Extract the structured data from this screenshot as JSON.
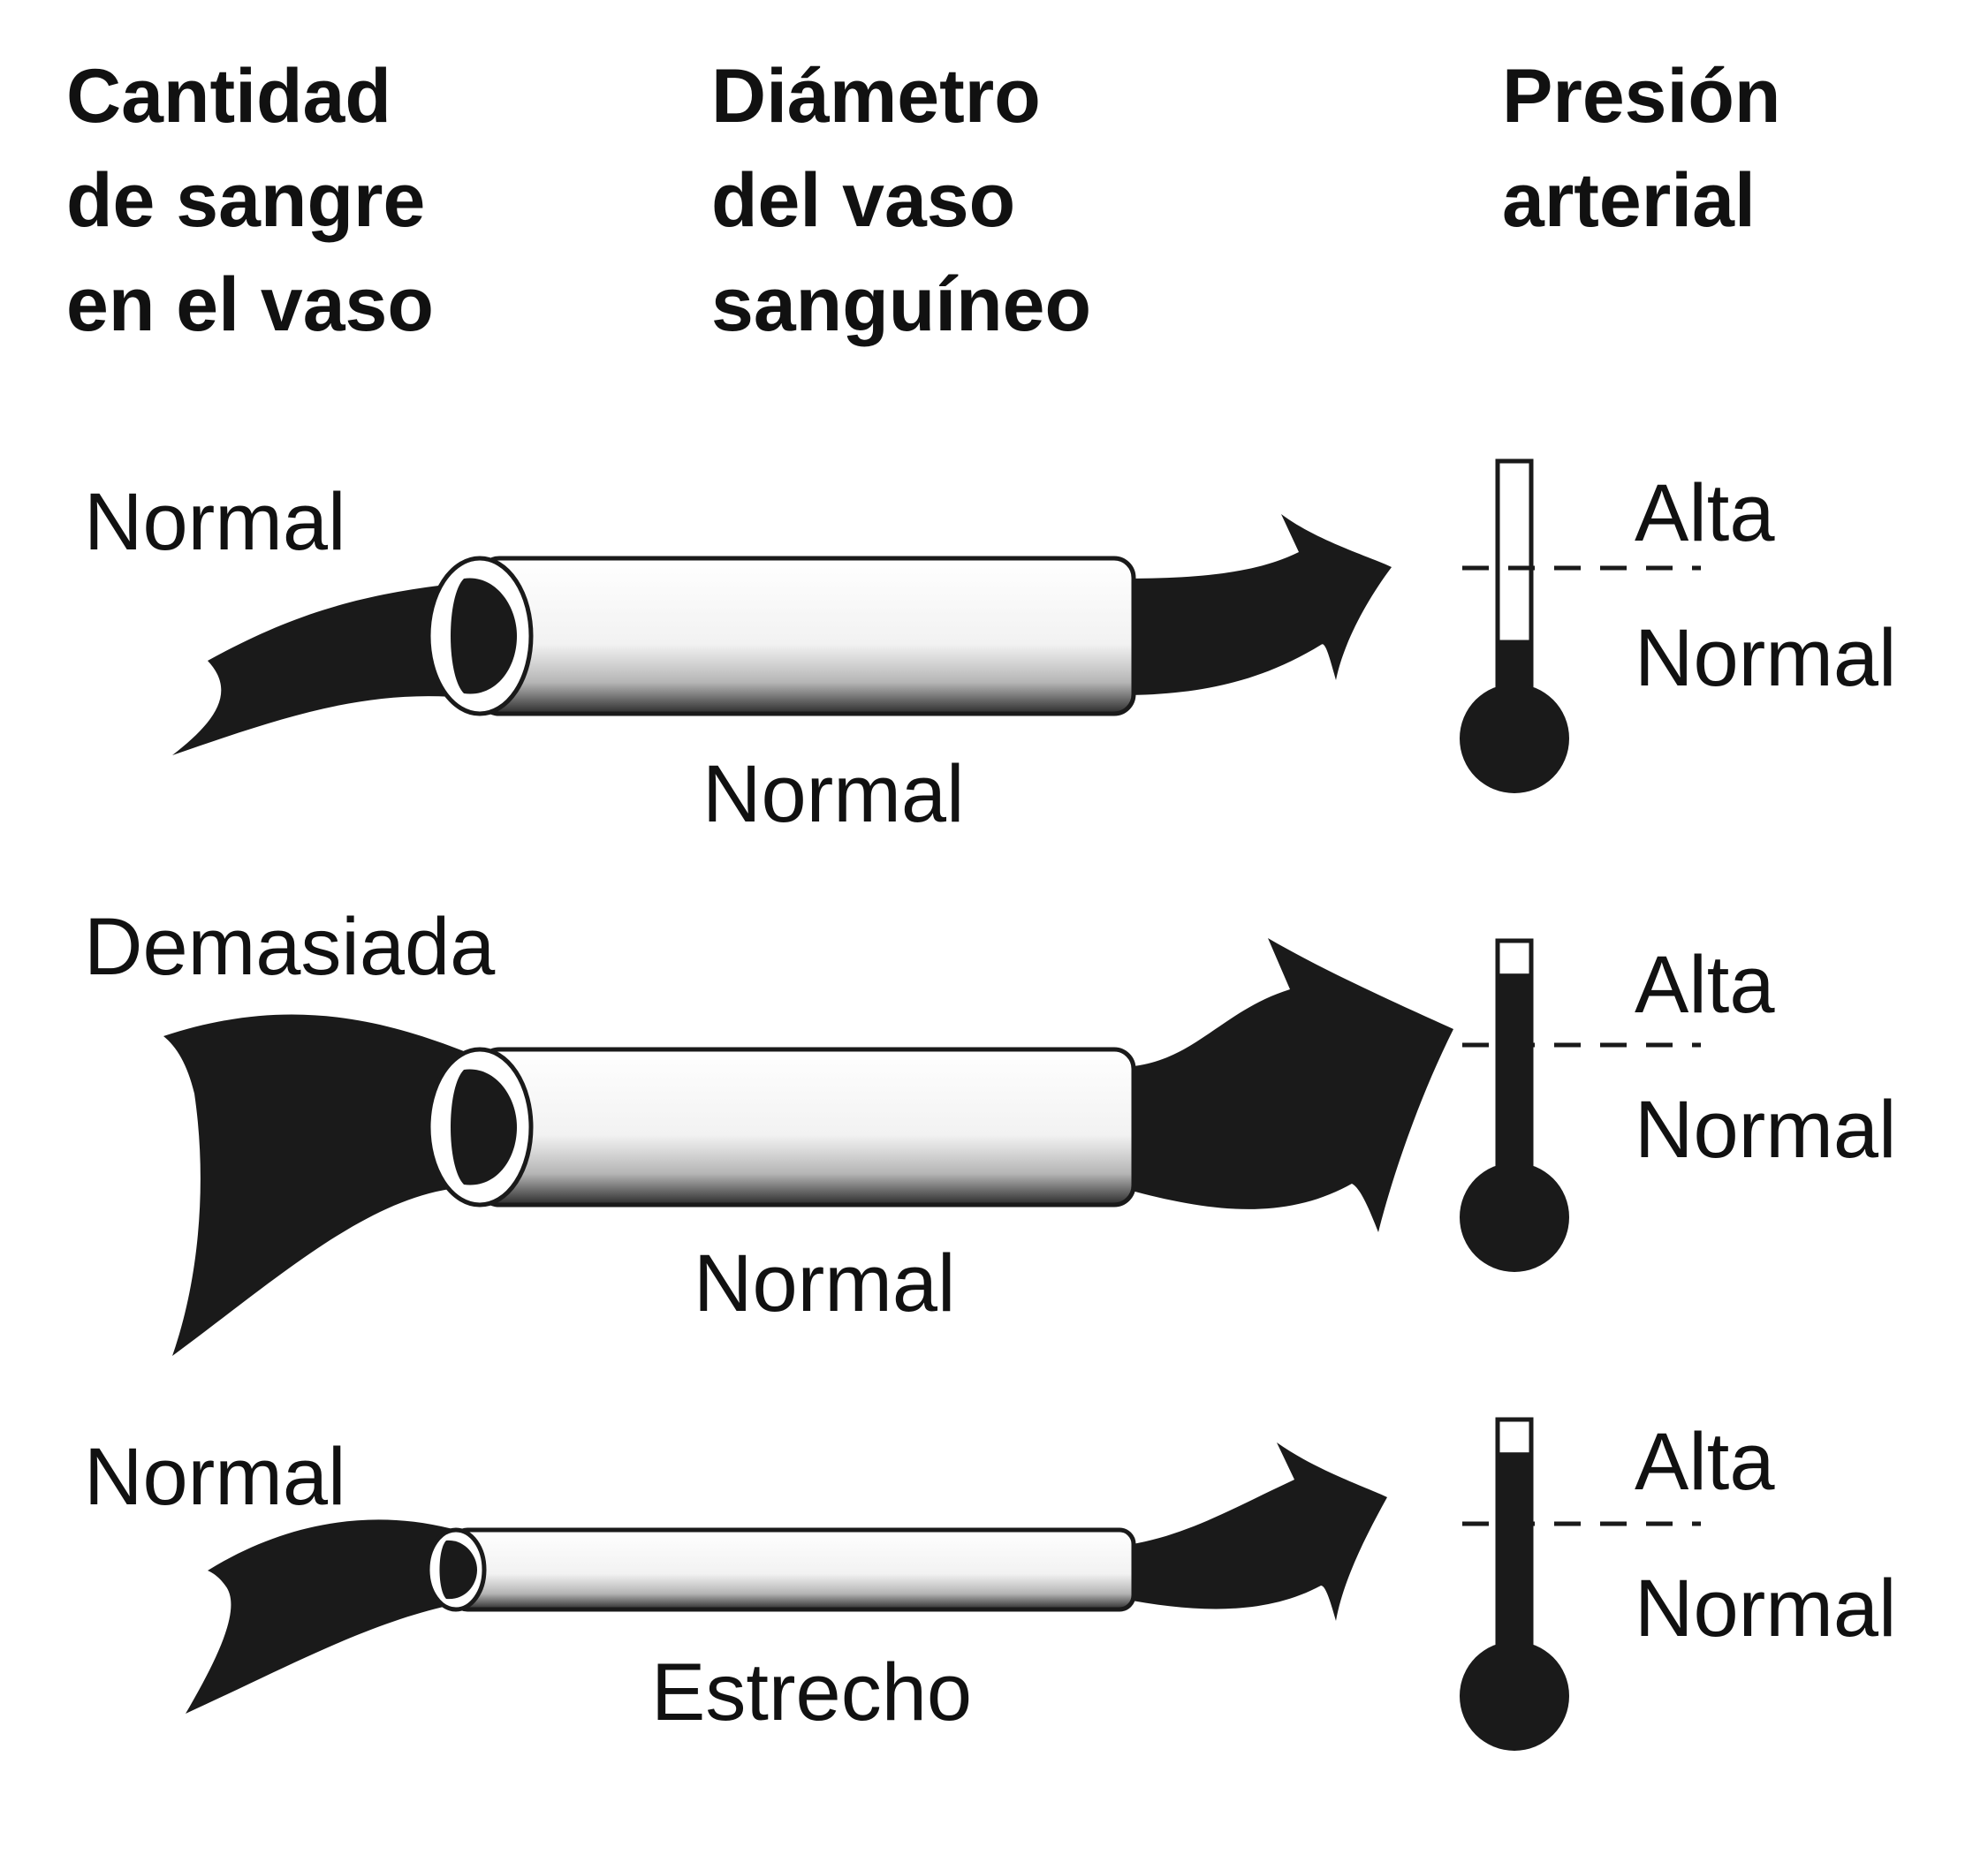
{
  "headers": {
    "amount": [
      "Cantidad",
      "de sangre",
      "en el vaso"
    ],
    "diameter": [
      "Diámetro",
      "del vaso",
      "sanguíneo"
    ],
    "pressure": [
      "Presión",
      "arterial"
    ]
  },
  "rows": [
    {
      "amount_label": "Normal",
      "diameter_label": "Normal",
      "high_label": "Alta",
      "normal_label": "Normal",
      "pressure_level": 0.25
    },
    {
      "amount_label": "Demasiada",
      "diameter_label": "Normal",
      "high_label": "Alta",
      "normal_label": "Normal",
      "pressure_level": 0.88
    },
    {
      "amount_label": "Normal",
      "diameter_label": "Estrecho",
      "high_label": "Alta",
      "normal_label": "Normal",
      "pressure_level": 0.88
    }
  ],
  "colors": {
    "ink": "#1a1a1a",
    "background": "#ffffff"
  }
}
